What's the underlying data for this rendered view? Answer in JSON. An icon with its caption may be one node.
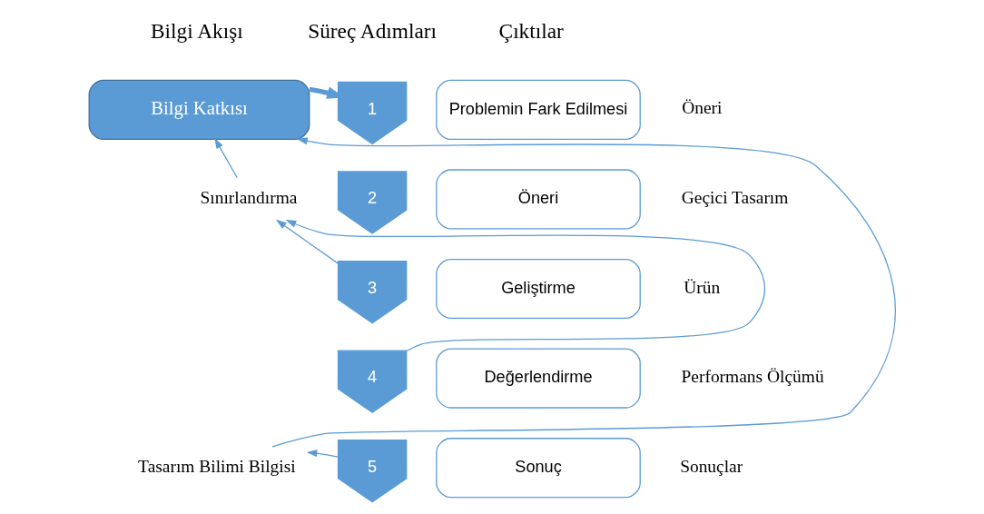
{
  "diagram": {
    "nodes": [
      {
        "text": [
          "Bilgi Katkısı"
        ]
      },
      {
        "text": [
          "1"
        ]
      },
      {
        "text": [
          "Problemin Fark Edilmesi"
        ]
      },
      {
        "text": [
          "2"
        ]
      },
      {
        "text": [
          "Öneri"
        ]
      },
      {
        "text": [
          "3"
        ]
      },
      {
        "text": [
          "Geliştirme"
        ]
      },
      {
        "text": [
          "4"
        ]
      },
      {
        "text": [
          "Değerlendirme"
        ]
      },
      {
        "text": [
          "5"
        ]
      },
      {
        "text": [
          "Sonuç"
        ]
      },
      {
        "text": [
          "Sınırlandırma"
        ]
      },
      {
        "text": [
          "Tasarım Bilimi Bilgisi"
        ]
      }
    ],
    "edges": [
      {
        "from": 0,
        "to": 1,
        "arrow": "to",
        "style": "thick"
      },
      {
        "from": 5,
        "to": 11,
        "arrow": "to"
      },
      {
        "from": 7,
        "to": 11,
        "arrow": "to"
      },
      {
        "from": 11,
        "to": 0,
        "arrow": "to"
      },
      {
        "from": 12,
        "to": 0,
        "arrow": "to"
      },
      {
        "from": 9,
        "to": 12,
        "arrow": "to"
      }
    ],
    "labels": [
      "Bilgi Akışı",
      "Süreç Adımları",
      "Çıktılar",
      "Öneri",
      "Geçici Tasarım",
      "Ürün",
      "Performans Ölçümü",
      "Sonuçlar"
    ]
  }
}
